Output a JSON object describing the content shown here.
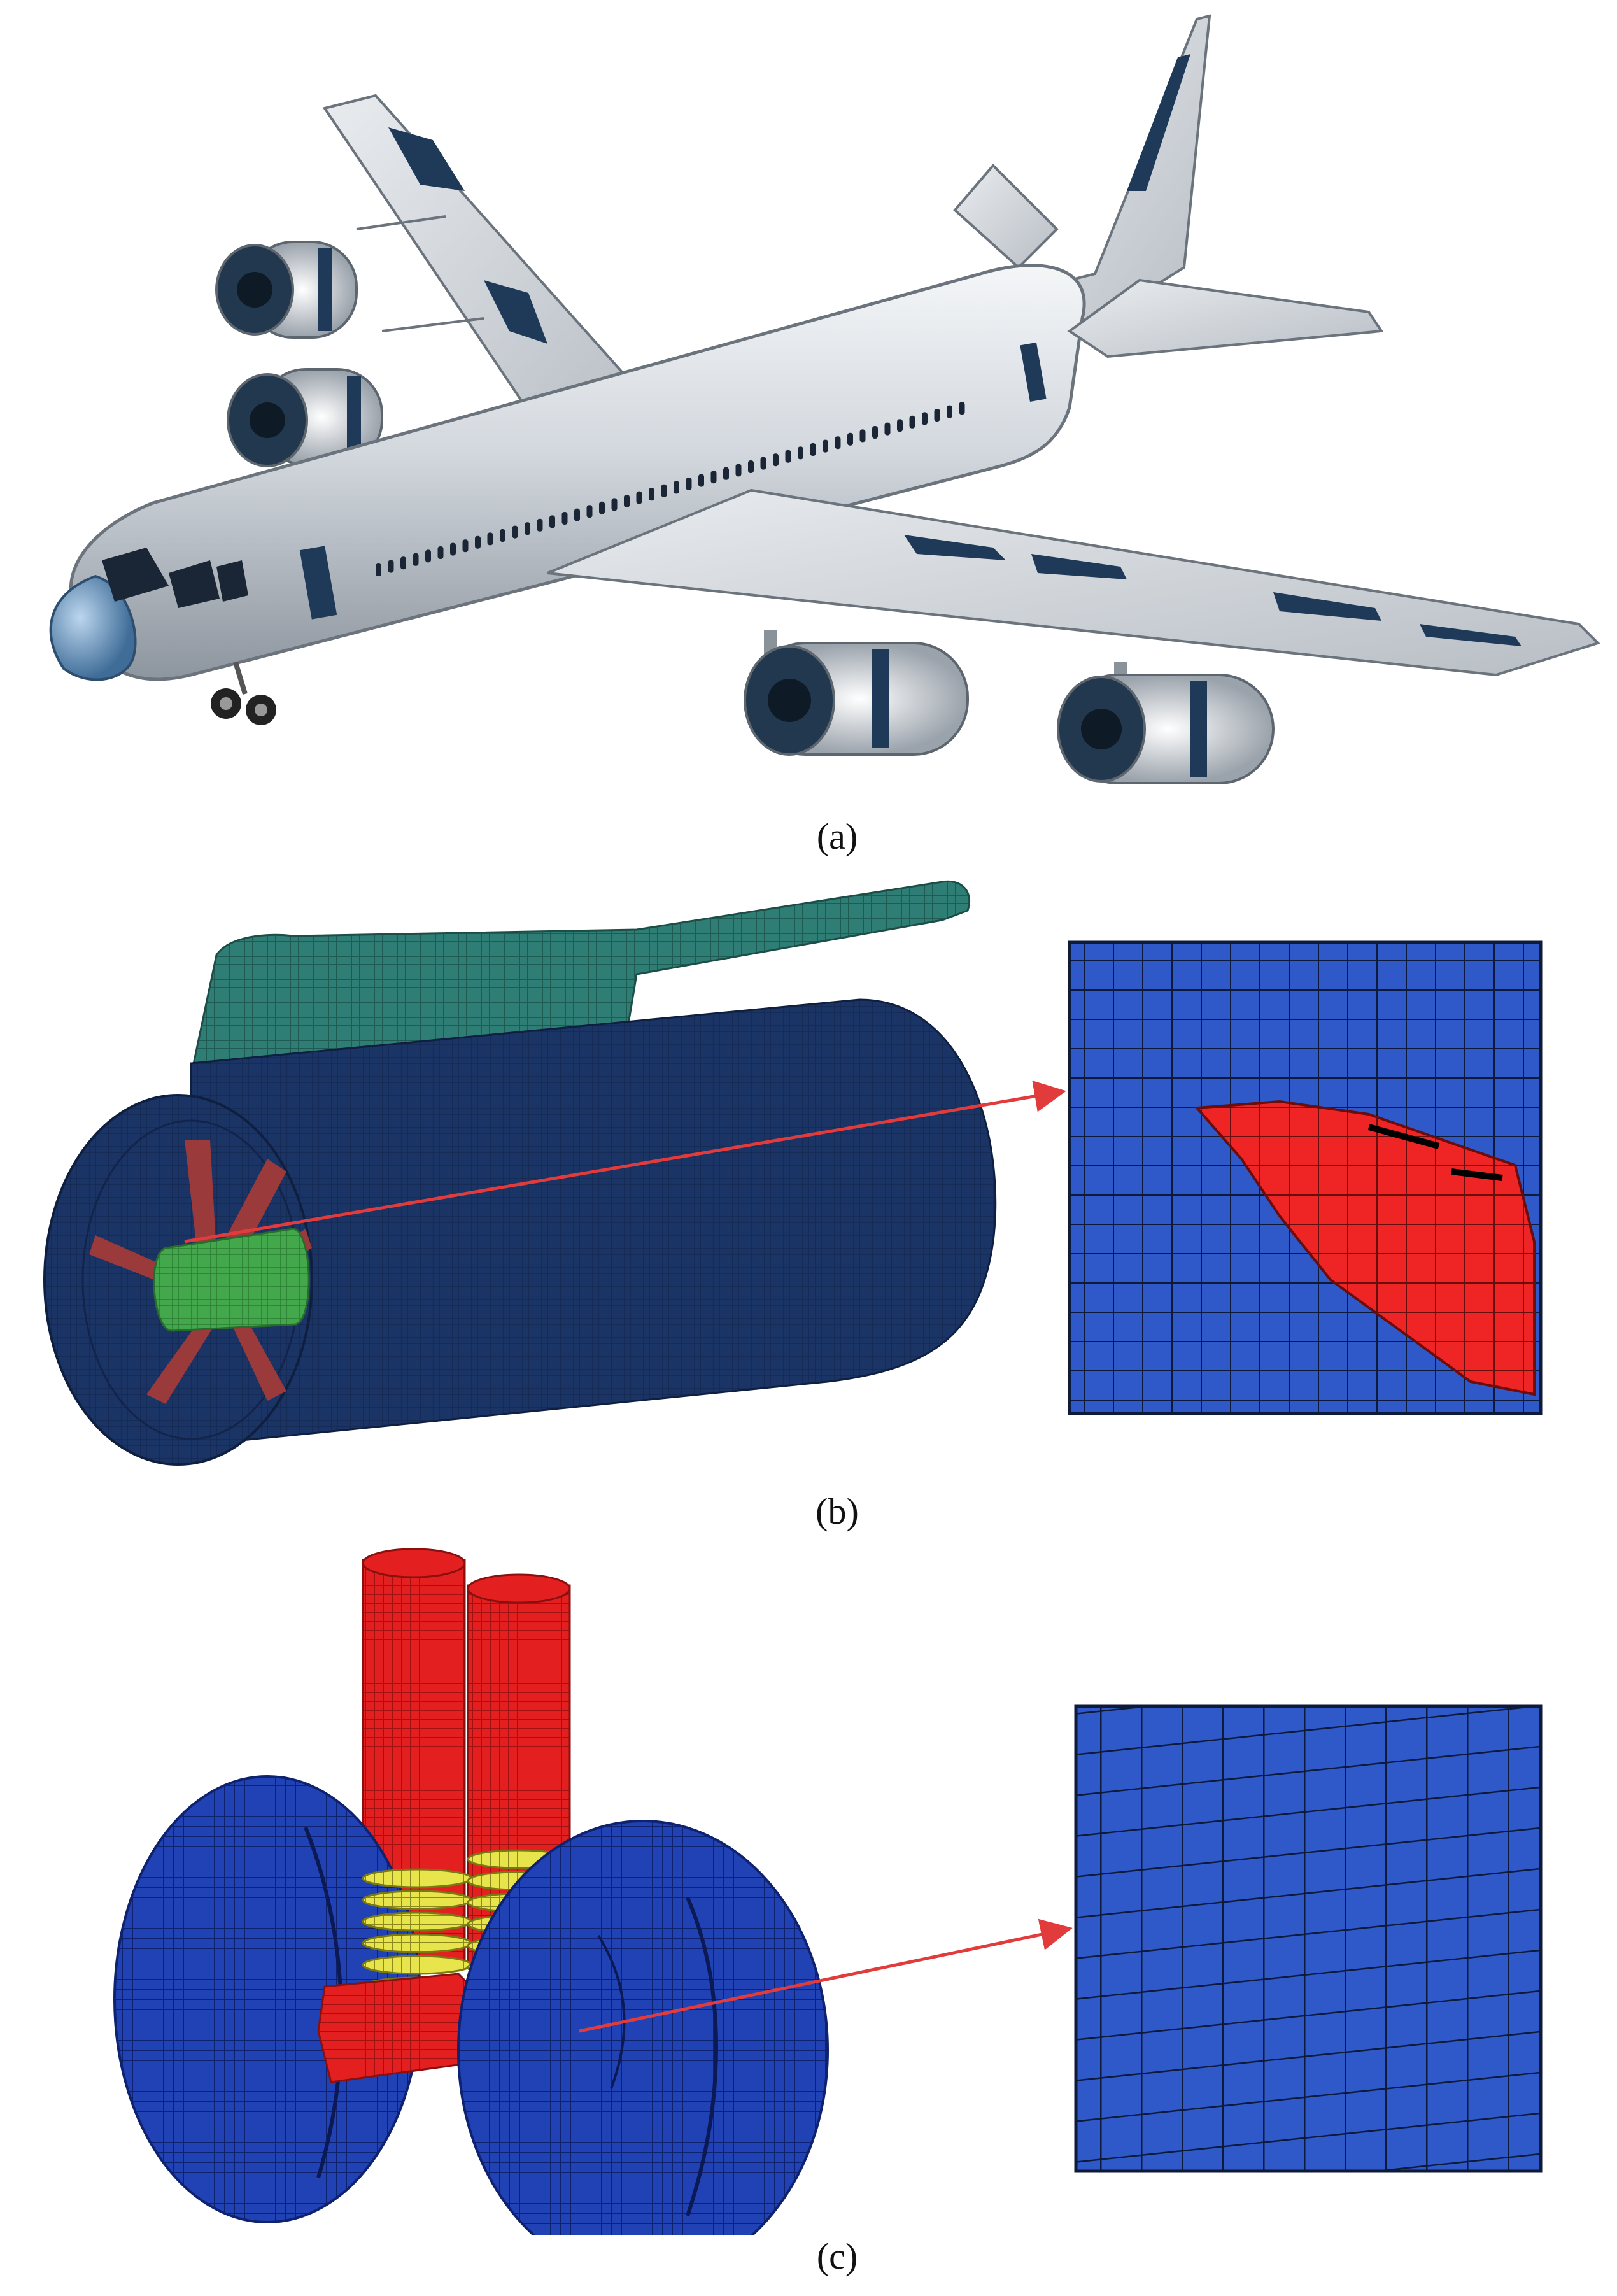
{
  "figure": {
    "captions": {
      "a": "(a)",
      "b": "(b)",
      "c": "(c)"
    }
  },
  "colors": {
    "fuselage_silver": "#cfd3d8",
    "window_dark": "#1e3550",
    "mesh_navy": "#1c3566",
    "pylon_teal": "#2d7a72",
    "hub_green": "#3fa047",
    "blade_red": "#9b3a3a",
    "zoom_blue": "#2f58c8",
    "damage_red": "#ee2222",
    "strut_red": "#e41f1f",
    "spring_yellow": "#e6e24a",
    "tire_blue": "#1f3fb0",
    "arrow_red": "#e23b3b"
  }
}
